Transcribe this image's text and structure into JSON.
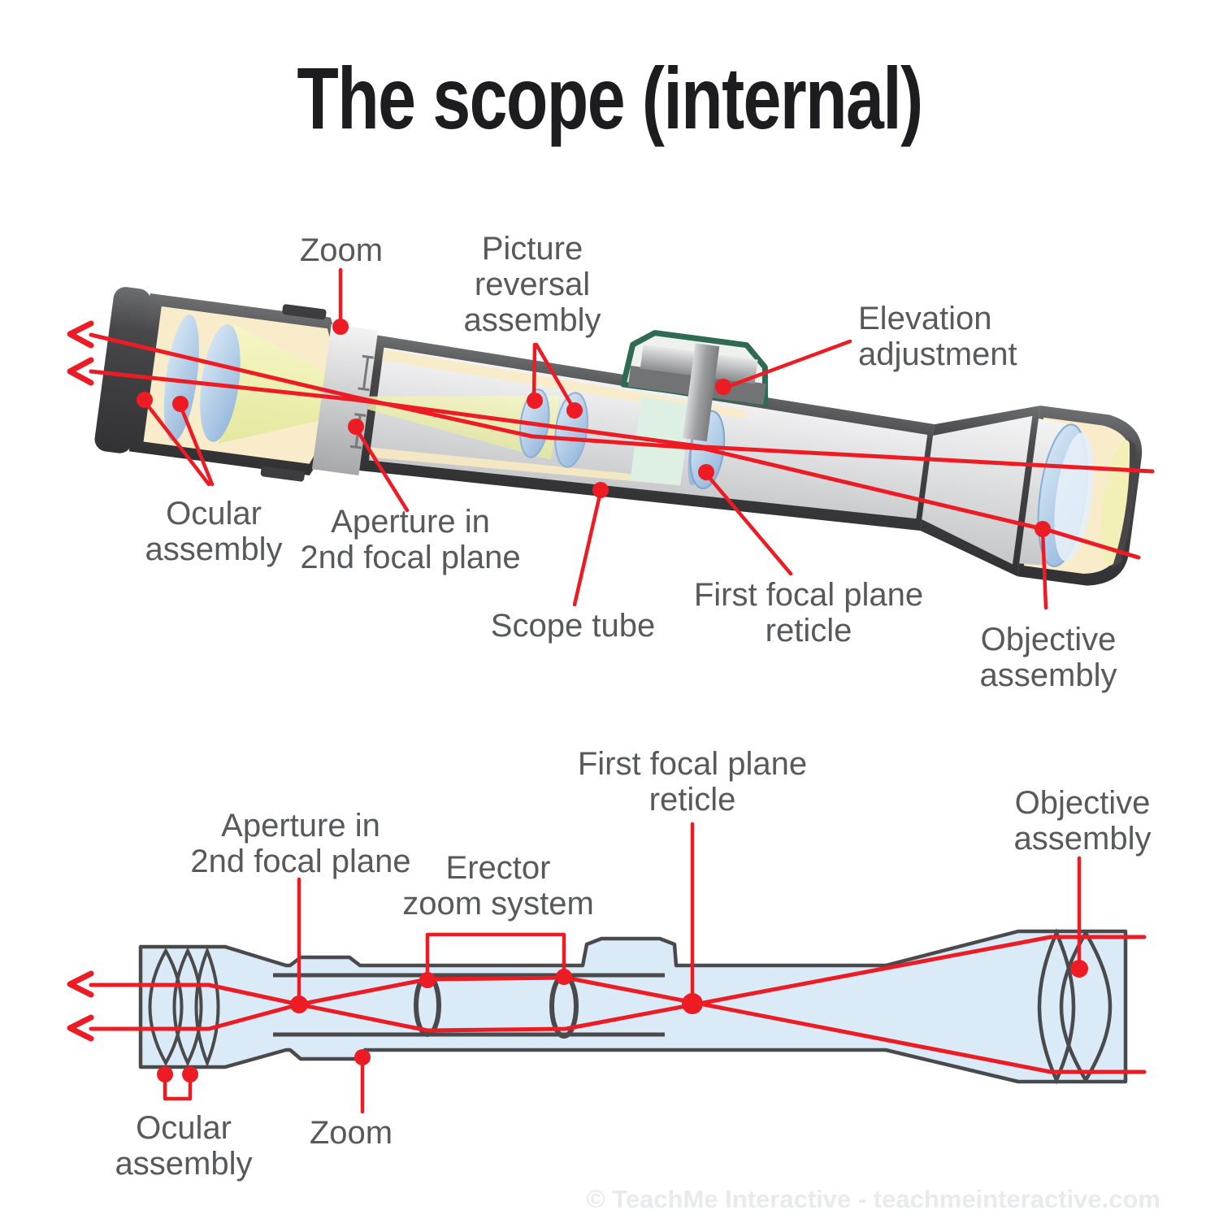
{
  "title": "The scope (internal)",
  "watermark": "© TeachMe Interactive - teachmeinteractive.com",
  "colors": {
    "red_accent": "#ed1c24",
    "label_gray": "#58595b",
    "title_black": "#1d1d1f",
    "casing_dark": "#4a4a4c",
    "interior_cream": "#f8ecca",
    "glow_yellow": "#eef0b4",
    "lens_blue": "#a9c7e6",
    "turret_green": "#2e6b52",
    "schematic_blue": "#daeaf6",
    "watermark_gray": "#e9eaeb"
  },
  "top_diagram": {
    "name": "Cutaway 3D view of scope internals",
    "labels": {
      "zoom": "Zoom",
      "picture_reversal": "Picture\nreversal\nassembly",
      "elevation": "Elevation\nadjustment",
      "ocular": "Ocular\nassembly",
      "aperture": "Aperture in\n2nd focal plane",
      "scope_tube": "Scope tube",
      "first_focal": "First focal plane\nreticle",
      "objective": "Objective\nassembly"
    }
  },
  "bottom_diagram": {
    "name": "Schematic side view of light path",
    "labels": {
      "first_focal": "First focal plane\nreticle",
      "objective": "Objective\nassembly",
      "aperture": "Aperture in\n2nd focal plane",
      "erector": "Erector\nzoom system",
      "ocular": "Ocular\nassembly",
      "zoom": "Zoom"
    }
  }
}
